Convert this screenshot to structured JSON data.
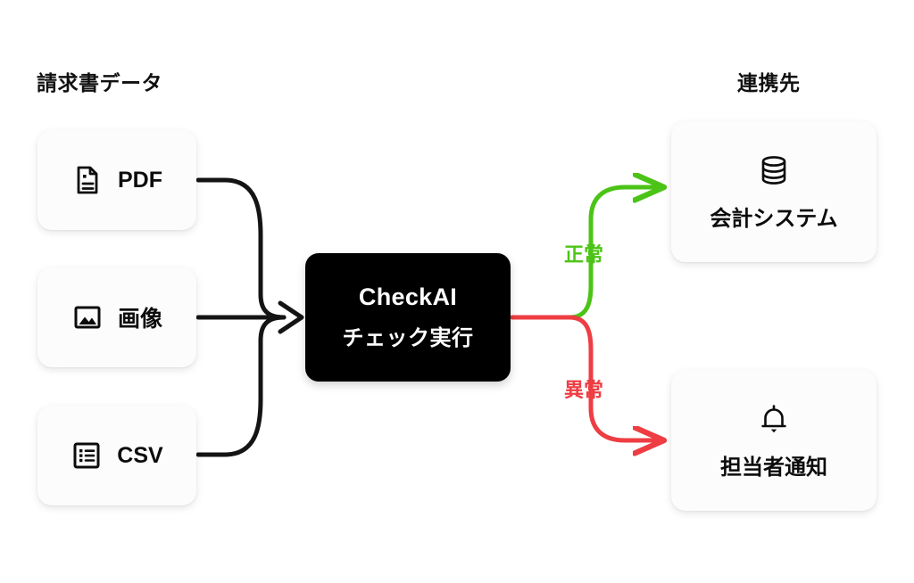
{
  "columns": {
    "left_heading": "請求書データ",
    "right_heading": "連携先"
  },
  "sources": [
    {
      "id": "pdf",
      "label": "PDF",
      "icon": "document-icon"
    },
    {
      "id": "image",
      "label": "画像",
      "icon": "image-icon"
    },
    {
      "id": "csv",
      "label": "CSV",
      "icon": "list-icon"
    }
  ],
  "processor": {
    "line1": "CheckAI",
    "line2": "チェック実行",
    "background": "#000000",
    "text_color": "#FFFFFF"
  },
  "destinations": [
    {
      "id": "accounting",
      "label": "会計システム",
      "icon": "database-icon"
    },
    {
      "id": "notify",
      "label": "担当者通知",
      "icon": "bell-icon"
    }
  ],
  "edges": {
    "normal": {
      "label": "正常",
      "color": "#4CC417"
    },
    "abnormal": {
      "label": "異常",
      "color": "#EE3D43"
    },
    "input_color": "#141414"
  },
  "colors": {
    "background": "#FFFFFF",
    "card_background": "#FCFCFC",
    "ink": "#0C0C0C",
    "green": "#4CC417",
    "red": "#EE3D43"
  }
}
